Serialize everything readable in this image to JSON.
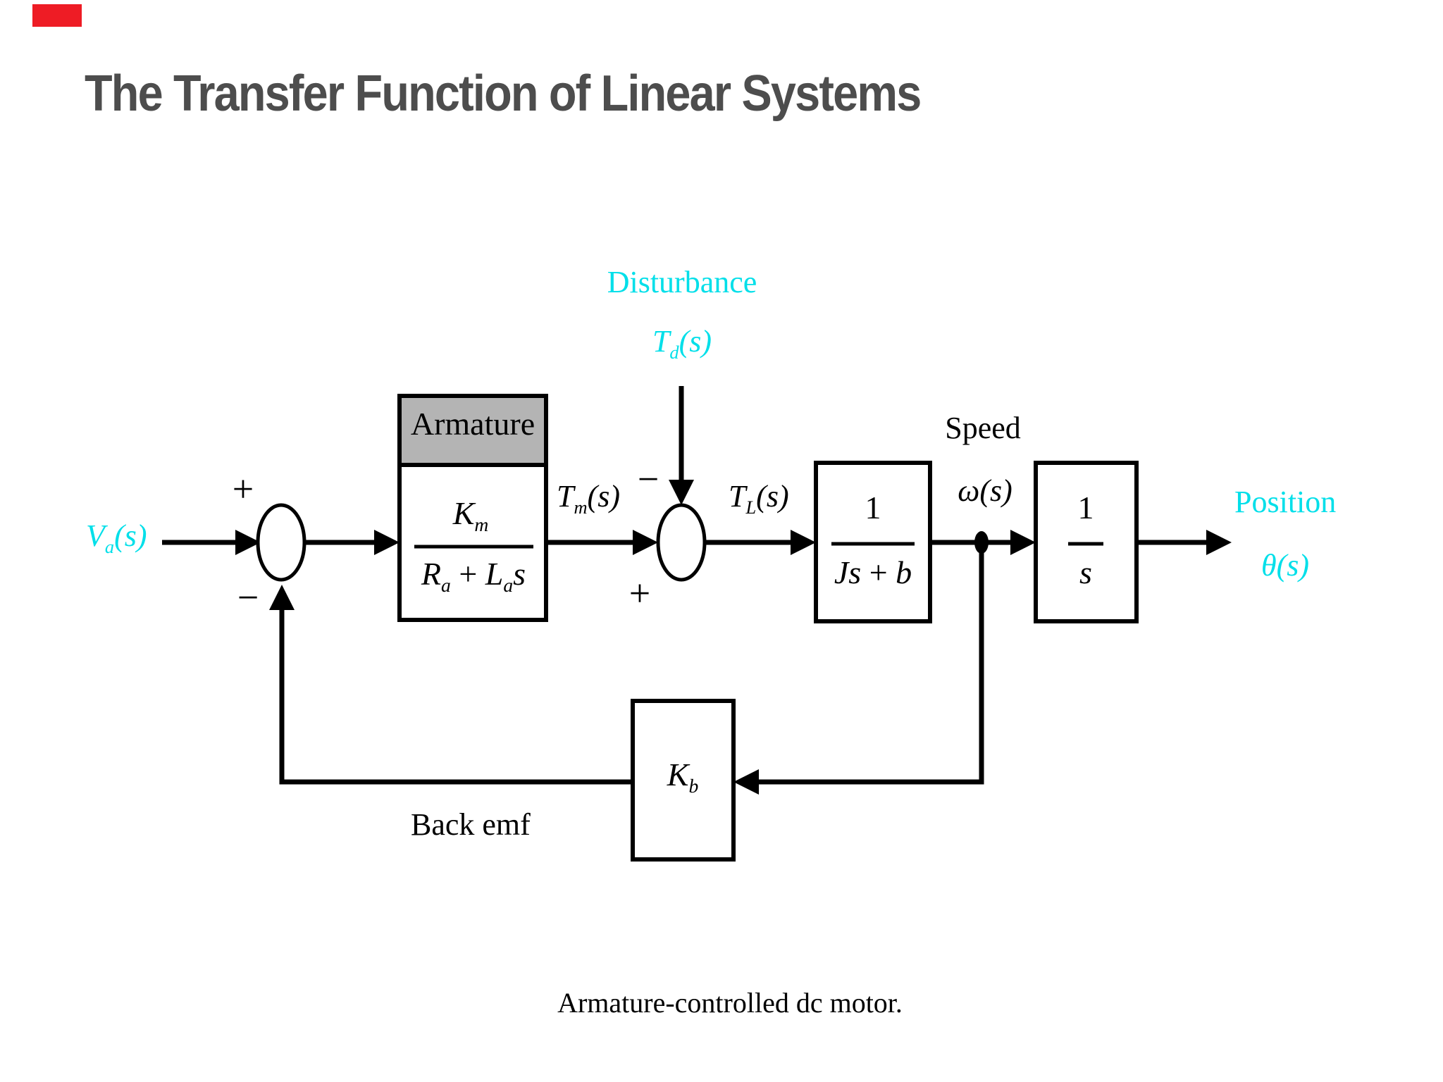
{
  "slide": {
    "title": "The Transfer Function of Linear Systems",
    "caption": "Armature-controlled dc motor."
  },
  "colors": {
    "title_text": "#4d4d4d",
    "signal_label_cyan": "#00dfe9",
    "diagram_ink": "#000000",
    "armature_header_fill": "#b4b4b4",
    "accent_red": "#ee1c25",
    "background": "#ffffff"
  },
  "labels": {
    "disturbance": {
      "title": "Disturbance",
      "base": "T",
      "sub": "d",
      "arg": "(s)"
    },
    "input": {
      "base": "V",
      "sub": "a",
      "arg": "(s)"
    },
    "torque_motor": {
      "base": "T",
      "sub": "m",
      "arg": "(s)"
    },
    "torque_load": {
      "base": "T",
      "sub": "L",
      "arg": "(s)"
    },
    "speed": {
      "title": "Speed",
      "base": "ω",
      "arg": "(s)"
    },
    "position": {
      "title": "Position",
      "base": "θ",
      "arg": "(s)"
    },
    "back_emf": "Back emf"
  },
  "signs": {
    "sum1_top": "+",
    "sum1_bottom": "−",
    "sum2_top": "−",
    "sum2_bottom": "+"
  },
  "blocks": {
    "armature": {
      "header": "Armature",
      "num_base": "K",
      "num_sub": "m",
      "den_term1_base": "R",
      "den_term1_sub": "a",
      "den_operator": "+",
      "den_term2_base": "L",
      "den_term2_sub": "a",
      "den_term2_var": "s"
    },
    "load": {
      "numerator": "1",
      "den_term1": "Js",
      "den_operator": "+",
      "den_term2": "b"
    },
    "integrator": {
      "numerator": "1",
      "denominator": "s"
    },
    "back_emf_gain": {
      "base": "K",
      "sub": "b"
    }
  }
}
